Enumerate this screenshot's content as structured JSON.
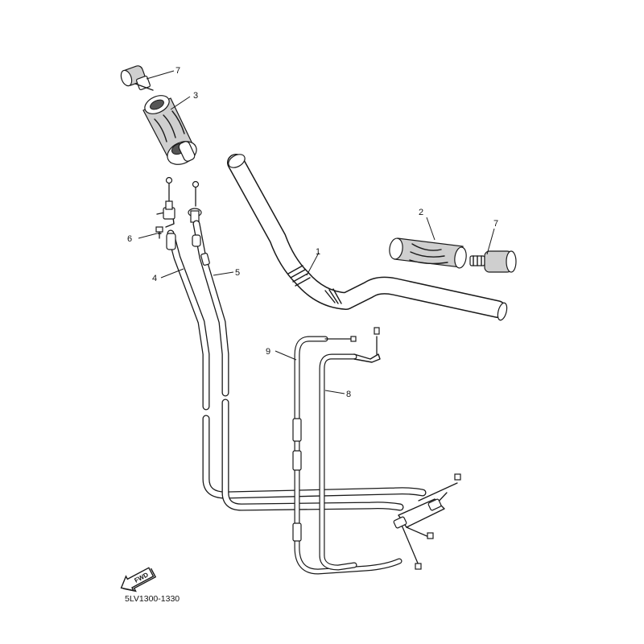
{
  "diagram": {
    "callouts": [
      {
        "id": "c7a",
        "label": "7"
      },
      {
        "id": "c3",
        "label": "3"
      },
      {
        "id": "c6",
        "label": "6"
      },
      {
        "id": "c4",
        "label": "4"
      },
      {
        "id": "c5",
        "label": "5"
      },
      {
        "id": "c1",
        "label": "1"
      },
      {
        "id": "c2",
        "label": "2"
      },
      {
        "id": "c7b",
        "label": "7"
      },
      {
        "id": "c9",
        "label": "9"
      },
      {
        "id": "c8",
        "label": "8"
      }
    ],
    "direction_marker": "FWD",
    "part_code": "5LV1300-1330"
  }
}
